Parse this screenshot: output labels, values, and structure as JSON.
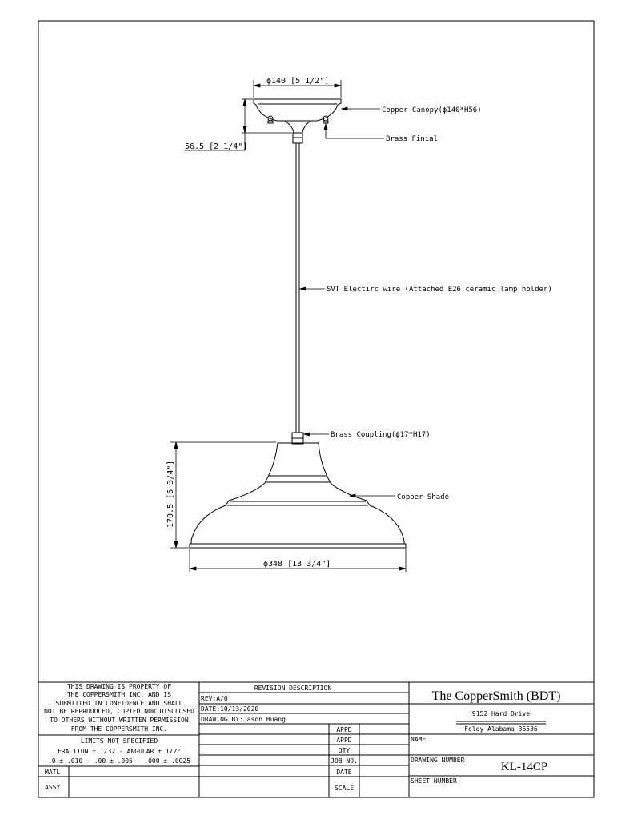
{
  "drawing": {
    "canopy": {
      "dimension": "ϕ140 [5 1/2\"]",
      "label": "Copper Canopy(ϕ140*H56)",
      "height_dimension": "56.5 [2 1/4\"]"
    },
    "finial": {
      "label": "Brass Finial"
    },
    "wire": {
      "label": "SVT Electirc wire (Attached E26 ceramic lamp holder)"
    },
    "coupling": {
      "label": "Brass Coupling(ϕ17*H17)"
    },
    "shade": {
      "label": "Copper Shade",
      "height_dimension": "170.5 [6 3/4\"]",
      "width_dimension": "ϕ348 [13 3/4\"]"
    }
  },
  "title_block": {
    "notice": [
      "THIS DRAWING IS PROPERTY OF",
      "THE COPPERSMITH INC. AND IS",
      "SUBMITTED IN CONFIDENCE AND SHALL",
      "NOT BE REPRODUCED, COPIED NOR DISCLOSED",
      "TO OTHERS WITHOUT WRITTEN PERMISSION",
      "FROM THE COPPERSMITH INC."
    ],
    "limits_title": "LIMITS NOT SPECIFIED",
    "limits_fraction": "FRACTION ± 1/32 - ANGULAR ± 1/2°",
    "limits_decimal": ".0 ± .010 - .00 ± .005 - .000 ± .0025",
    "matl_label": "MATL",
    "assy_label": "ASSY",
    "revision_header": "REVISION DESCRIPTION",
    "rev": "REV:A/0",
    "date": "DATE:10/13/2020",
    "drawn_by": "DRAWING BY:Jason Huang",
    "appd_1": "APPD",
    "appd_2": "APPD",
    "qty": "QTY",
    "job_no": "JOB NO.",
    "date_label": "DATE",
    "scale": "SCALE",
    "company": "The CopperSmith (BDT)",
    "address_1": "9152 Hard Drive",
    "address_2": "Foley Alabama 36536",
    "name_label": "NAME",
    "drawing_number_label": "DRAWING NUMBER",
    "drawing_number": "KL-14CP",
    "sheet_number_label": "SHEET NUMBER"
  }
}
